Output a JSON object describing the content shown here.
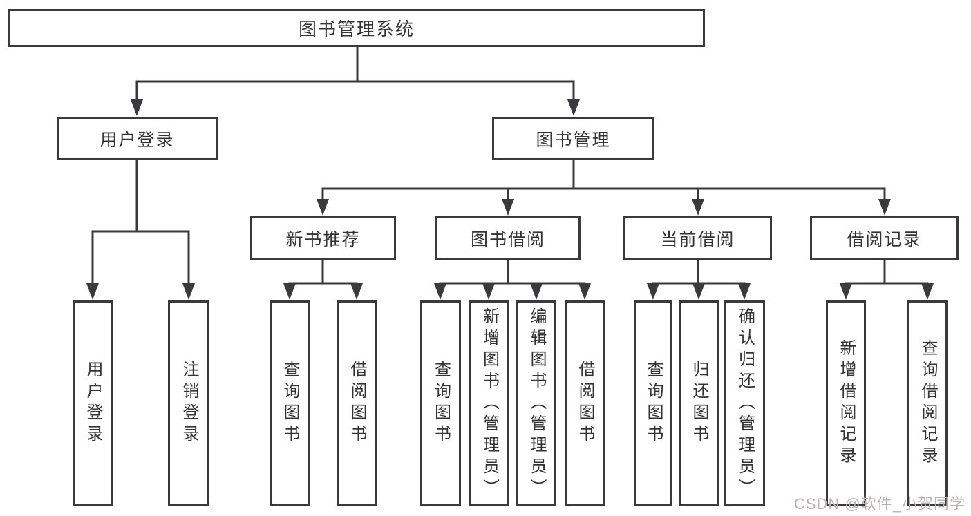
{
  "root_label": "图书管理系统",
  "level2": [
    {
      "label": "用户登录"
    },
    {
      "label": "图书管理"
    }
  ],
  "level3": [
    {
      "label": "新书推荐"
    },
    {
      "label": "图书借阅"
    },
    {
      "label": "当前借阅"
    },
    {
      "label": "借阅记录"
    }
  ],
  "leaves": {
    "login": [
      "用户登录",
      "注销登录"
    ],
    "recommend": [
      "查询图书",
      "借阅图书"
    ],
    "borrow": [
      "查询图书",
      "新增图书（管理员）",
      "编辑图书（管理员）",
      "借阅图书"
    ],
    "current": [
      "查询图书",
      "归还图书",
      "确认归还（管理员）"
    ],
    "record": [
      "新增借阅记录",
      "查询借阅记录"
    ]
  },
  "watermark": "CSDN @软件_小贺同学",
  "colors": {
    "line": "#3a3a3c",
    "text": "#333333",
    "box_background": "#ffffff",
    "watermark_text": "#b9b3b3"
  }
}
